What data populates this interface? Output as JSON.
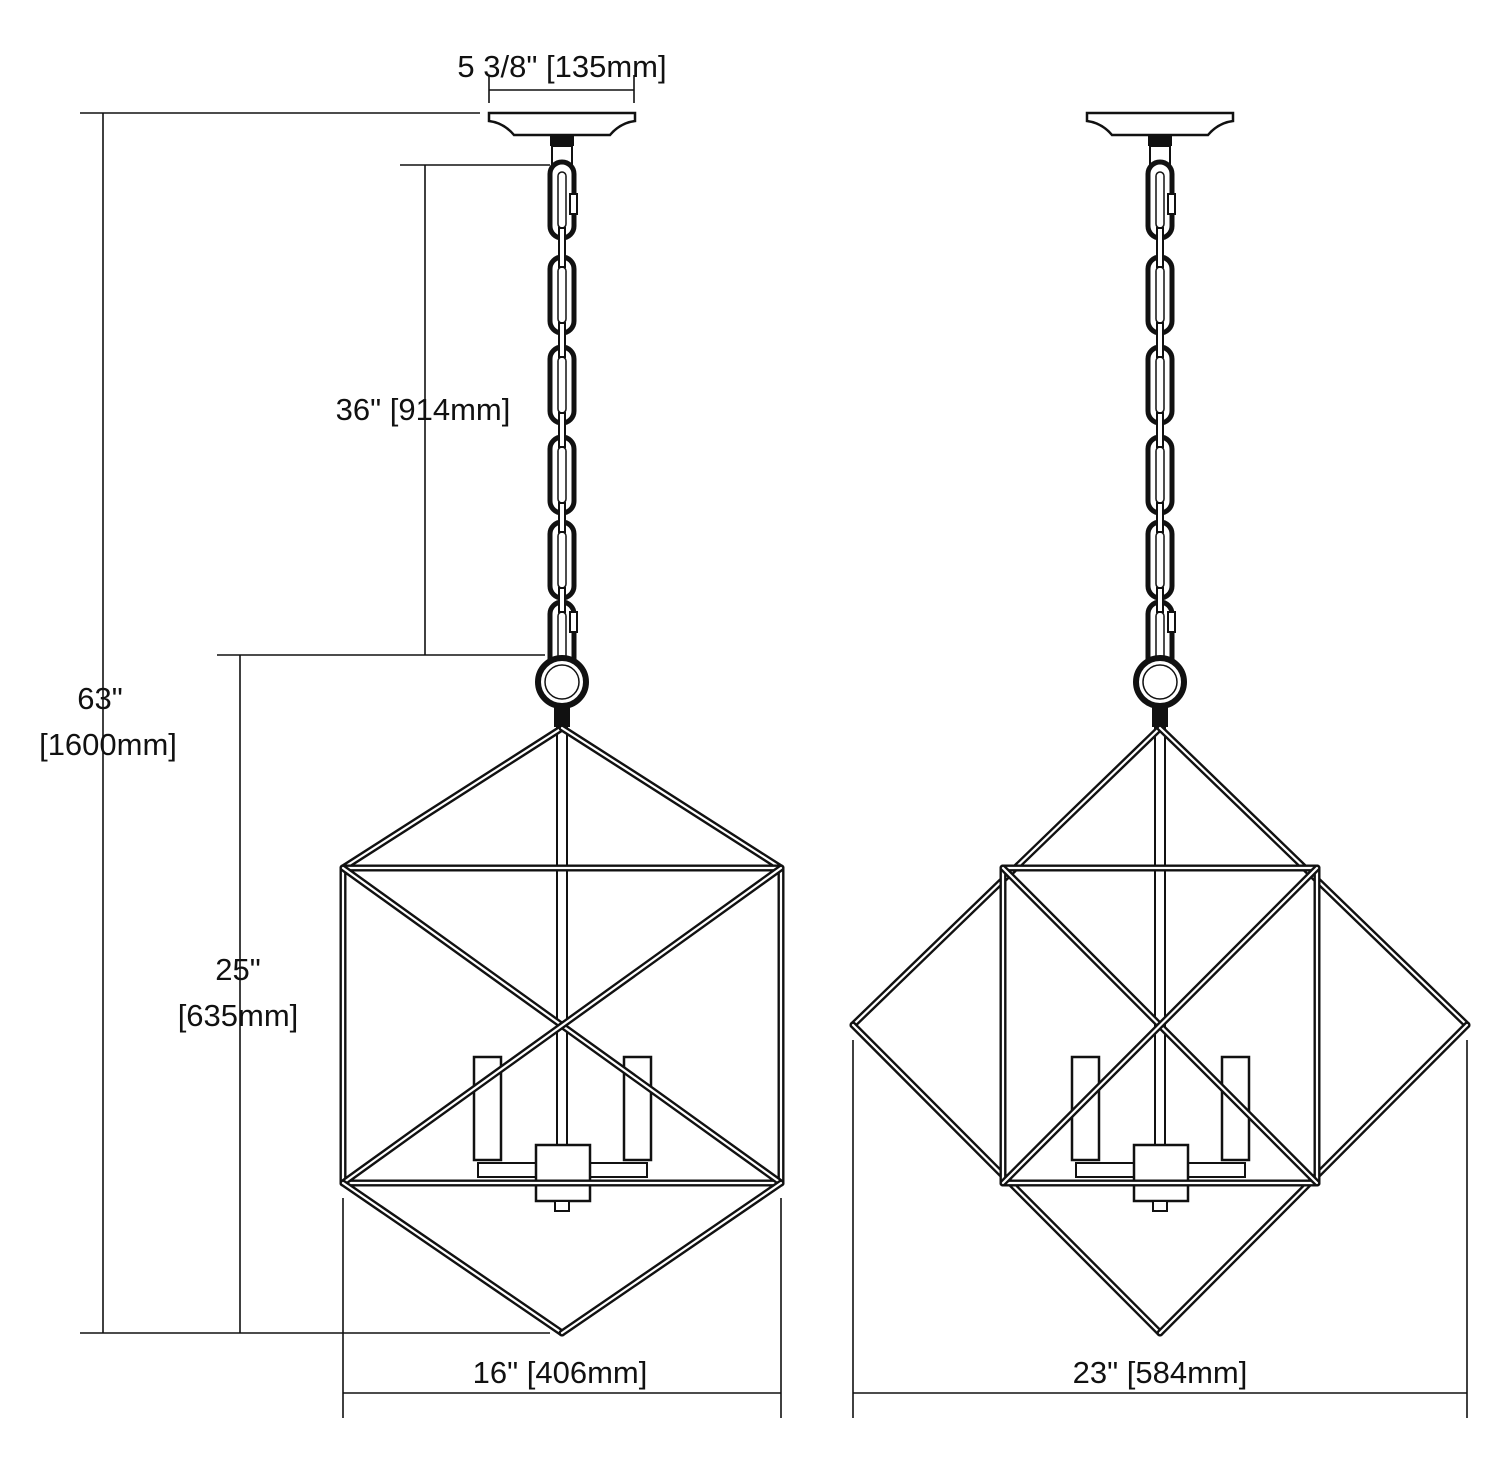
{
  "colors": {
    "line": "#111111",
    "background": "#ffffff"
  },
  "dimensions": {
    "canopy_width": "5 3/8\" [135mm]",
    "overall_height_in": "63\"",
    "overall_height_mm": "[1600mm]",
    "chain_length": "36\" [914mm]",
    "fixture_height_in": "25\"",
    "fixture_height_mm": "[635mm]",
    "front_width": "16\" [406mm]",
    "diagonal_width": "23\" [584mm]"
  }
}
